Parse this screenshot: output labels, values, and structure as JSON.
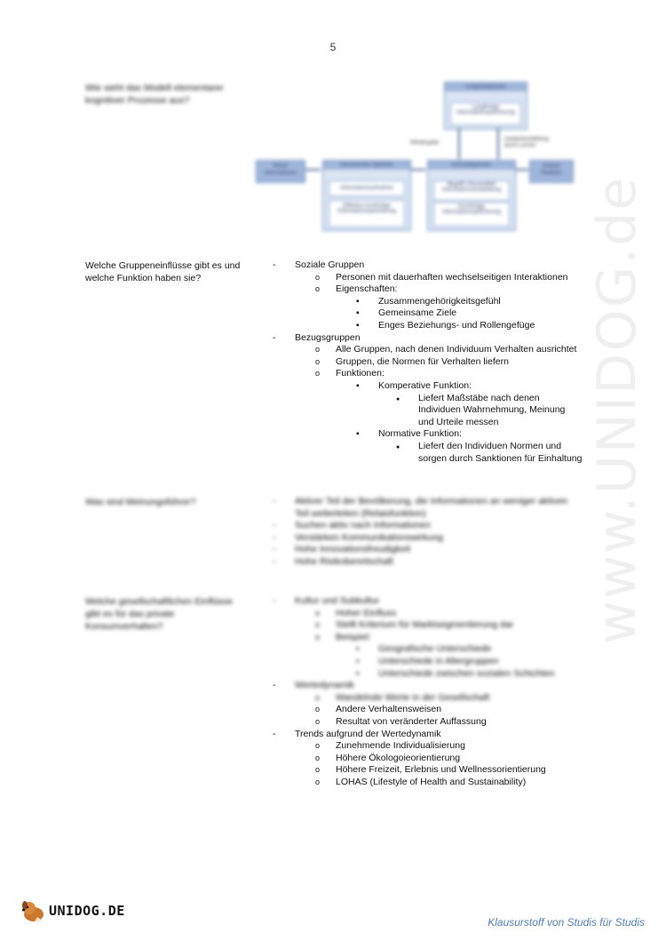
{
  "page_number": "5",
  "q1": {
    "question_line1": "Wie sieht das Modell elementarer",
    "question_line2": "kognitiver Prozesse aus?",
    "diagram": {
      "top_head": "Langzeitspeicher",
      "top_inner_l1": "Langfristige",
      "top_inner_l2": "Informationsspeicherung",
      "label_left": "Wiedergabe",
      "label_right_l1": "Gedächtnisbildung",
      "label_right_l2": "durch Lernen",
      "reiz_l1": "Reize/",
      "reiz_l2": "Informationen",
      "sens_head": "Sensorischer Speicher",
      "sens_inner1": "Informationsaufnahme",
      "sens_inner2_l1": "Effektive kurzfristige",
      "sens_inner2_l2": "Informationsspeicherung",
      "kurz_head": "Kurzzeitspeicher",
      "kurz_inner1_l1": "Begriffs-/Gesamtbild",
      "kurz_inner1_l2": "Informationsverarbeitung",
      "kurz_inner2_l1": "Kurzfristige",
      "kurz_inner2_l2": "Informationsspeicherung",
      "out_l1": "Output/",
      "out_l2": "Reaktion"
    }
  },
  "q2": {
    "question_line1": "Welche Gruppeneinflüsse gibt es und",
    "question_line2": "welche Funktion haben sie?",
    "soziale": "Soziale Gruppen",
    "soziale_1": "Personen mit dauerhaften wechselseitigen Interaktionen",
    "soziale_2": "Eigenschaften:",
    "eig_1": "Zusammengehörigkeitsgefühl",
    "eig_2": "Gemeinsame Ziele",
    "eig_3": "Enges Beziehungs- und Rollengefüge",
    "bezug": "Bezugsgruppen",
    "bezug_1": "Alle Gruppen, nach denen Individuum Verhalten ausrichtet",
    "bezug_2": "Gruppen, die Normen für Verhalten liefern",
    "bezug_3": "Funktionen:",
    "komp": "Komperative Funktion:",
    "komp_l1": "Liefert Maßstäbe nach denen",
    "komp_l2": "Individuen Wahrnehmung, Meinung",
    "komp_l3": "und Urteile messen",
    "norm": "Normative Funktion:",
    "norm_l1": "Liefert den Individuen Normen und",
    "norm_l2": "sorgen durch Sanktionen für Einhaltung"
  },
  "q3": {
    "question": "Was sind Meinungsführer?",
    "a1_l1": "Aktiver Teil der Bevölkerung, die Informationen an weniger aktiven",
    "a1_l2": "Teil weiterleiten (Relaisfunktion)",
    "a2": "Suchen aktiv nach Informationen",
    "a3": "Verstärken Kommunikationswirkung",
    "a4": "Hohe Innovationsfreudigkeit",
    "a5": "Hohe Risikobereitschaft"
  },
  "q4": {
    "question_line1": "Welche gesellschaftlichen Einflüsse",
    "question_line2": "gibt es für das private",
    "question_line3": "Konsumverhalten?",
    "kultur": "Kultur und Subkultur",
    "kultur_1": "Hoher Einfluss",
    "kultur_2": "Stellt Kriterium für Marktsegmentierung dar",
    "kultur_3": "Beispiel:",
    "bsp_1": "Geografische Unterschiede",
    "bsp_2": "Unterschiede in Altergruppen",
    "bsp_3": "Unterschiede zwischen sozialen Schichten",
    "werte": "Wertedynamik",
    "werte_1": "Wandelnde Werte in der Gesellschaft",
    "werte_2": "Andere Verhaltensweisen",
    "werte_3": "Resultat von veränderter Auffassung",
    "trends": "Trends aufgrund der Wertedynamik",
    "trends_1": "Zunehmende Individualisierung",
    "trends_2": "Höhere Ökologoieorientierung",
    "trends_3": "Höhere Freizeit, Erlebnis und Wellnessorientierung",
    "trends_4": "LOHAS (Lifestyle of Health and Sustainability)"
  },
  "watermark": "www.UNIDOG.de",
  "footer": {
    "logo_text": "UNIDOG.DE",
    "tagline": "Klausurstoff von Studis für Studis"
  }
}
